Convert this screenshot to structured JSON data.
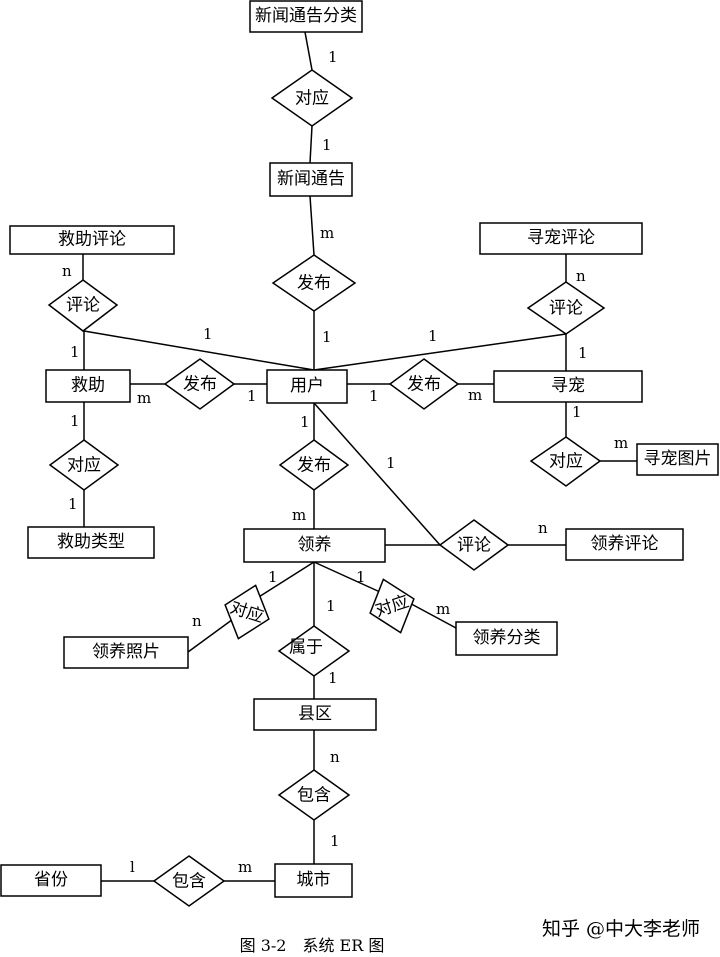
{
  "entities": {
    "news_category": "新闻通告分类",
    "news": "新闻通告",
    "rescue_comment": "救助评论",
    "rescue": "救助",
    "rescue_type": "救助类型",
    "user": "用户",
    "pet_search": "寻宠",
    "pet_search_comment": "寻宠评论",
    "pet_search_photo": "寻宠图片",
    "adoption": "领养",
    "adoption_comment": "领养评论",
    "adoption_photo": "领养照片",
    "adoption_category": "领养分类",
    "county": "县区",
    "city": "城市",
    "province": "省份"
  },
  "relationships": {
    "news_category_news": "对应",
    "user_news": "发布",
    "user_rescue_comment": "评论",
    "user_rescue": "发布",
    "rescue_type_rel": "对应",
    "user_pet_search": "发布",
    "user_pet_search_comment": "评论",
    "pet_search_photo_rel": "对应",
    "user_adoption": "发布",
    "user_adoption_comment": "评论",
    "adoption_photo_rel": "对应",
    "adoption_category_rel": "对应",
    "adoption_county": "属于",
    "county_city": "包含",
    "province_city": "包含"
  },
  "cardinalities": {
    "news_category_side": "1",
    "news_side_a": "1",
    "news_side_b": "m",
    "user_news_side": "1",
    "rescue_comment_side": "n",
    "rescue_comment_rescue_side": "1",
    "rescue_comment_user_side": "1",
    "rescue_side": "m",
    "user_rescue_side": "1",
    "rescue_type_rescue_side": "1",
    "rescue_type_side": "1",
    "pet_search_comment_side": "n",
    "pet_search_comment_pet_side": "1",
    "pet_search_comment_user_side": "1",
    "user_pet_search_side": "1",
    "pet_search_side": "m",
    "pet_search_photo_pet_side": "1",
    "pet_search_photo_side": "m",
    "user_adoption_user_side": "1",
    "user_adoption_side": "m",
    "adoption_comment_user_side": "1",
    "adoption_comment_side": "n",
    "adoption_photo_adoption_side": "1",
    "adoption_photo_side": "n",
    "adoption_category_adoption_side": "1",
    "adoption_category_side": "m",
    "adoption_county_adoption_side": "1",
    "adoption_county_county_side": "1",
    "county_city_county_side": "n",
    "county_city_city_side": "1",
    "province_side": "l",
    "province_city_side": "m"
  },
  "caption": "图 3-2　系统 ER 图",
  "watermark": "知乎 @中大李老师"
}
